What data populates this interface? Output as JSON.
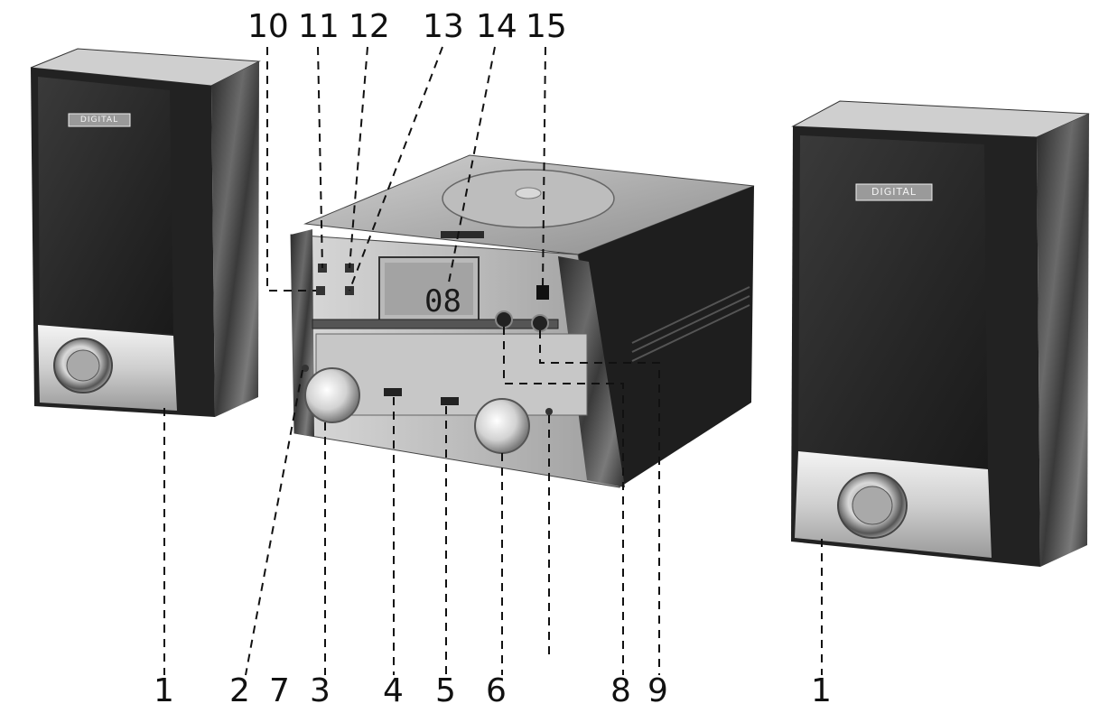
{
  "diagram": {
    "speaker_left": {
      "brand_badge": "DIGITAL"
    },
    "speaker_right": {
      "brand_badge": "DIGITAL"
    },
    "display_reading": "08",
    "callouts": {
      "c1a": "1",
      "c1b": "1",
      "c2": "2",
      "c3": "3",
      "c4": "4",
      "c5": "5",
      "c6": "6",
      "c7": "7",
      "c8": "8",
      "c9": "9",
      "c10": "10",
      "c11": "11",
      "c12": "12",
      "c13": "13",
      "c14": "14",
      "c15": "15"
    }
  }
}
